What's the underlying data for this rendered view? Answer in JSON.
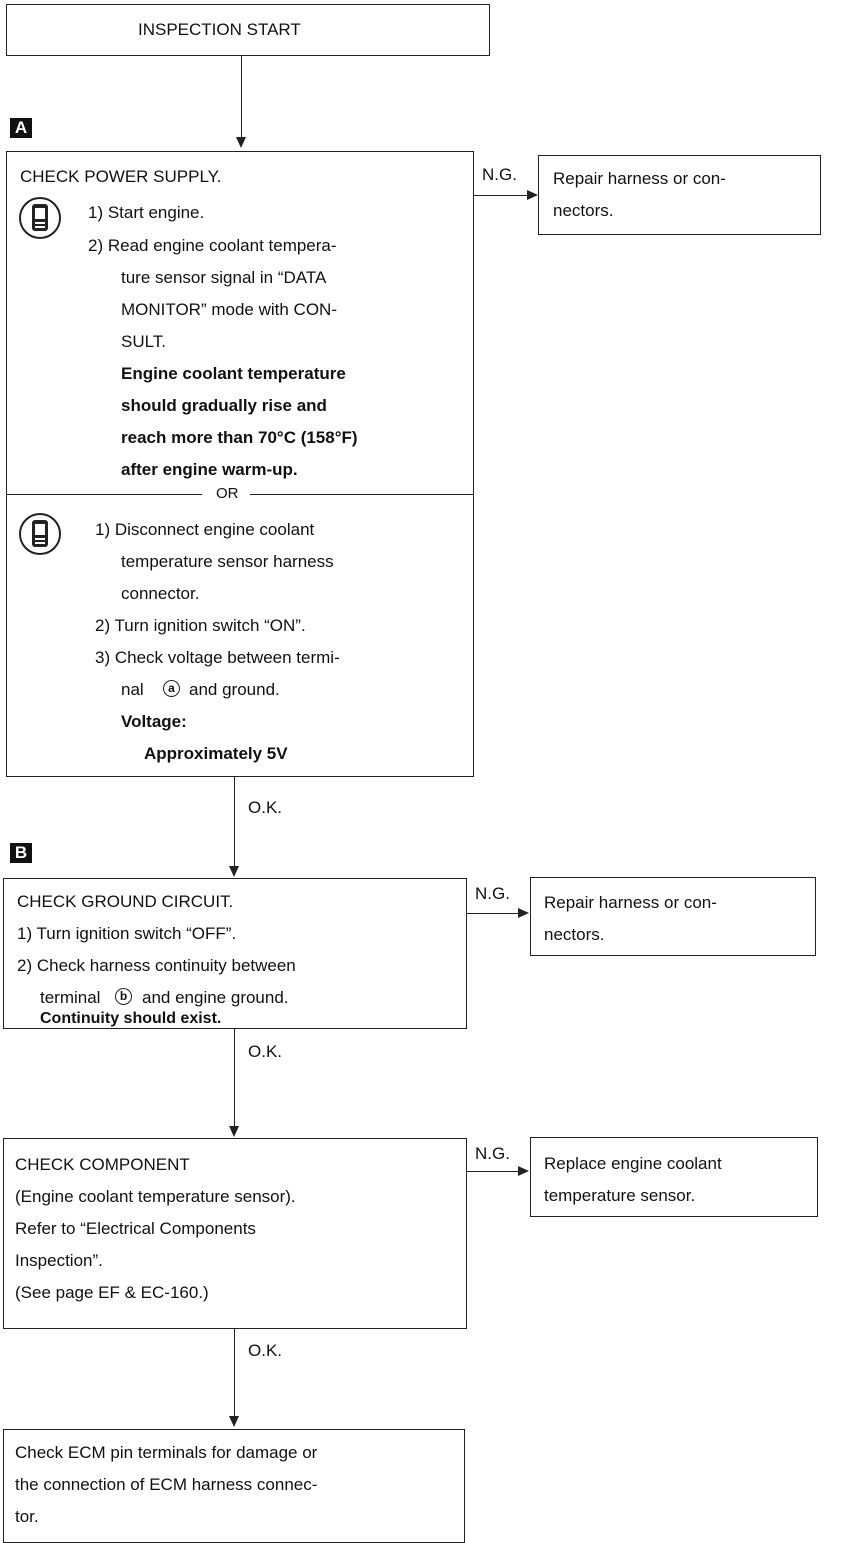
{
  "start_box": {
    "label": "INSPECTION START"
  },
  "step_a": {
    "tag": "A",
    "title": "CHECK POWER SUPPLY.",
    "consult_steps": [
      "1) Start engine.",
      "2) Read engine coolant tempera-",
      "ture sensor signal in “DATA",
      "MONITOR” mode with CON-",
      "SULT."
    ],
    "consult_spec": [
      "Engine coolant temperature",
      "should gradually rise and",
      "reach more than 70°C (158°F)",
      "after engine warm-up."
    ],
    "divider_label": "OR",
    "meter_steps": [
      "1) Disconnect engine coolant",
      "temperature sensor harness",
      "connector.",
      "2) Turn ignition switch “ON”.",
      "3) Check voltage between termi-"
    ],
    "meter_step_terminal_pre": "nal",
    "meter_step_terminal_mark": "a",
    "meter_step_terminal_post": "and ground.",
    "voltage_label": "Voltage:",
    "voltage_value": "Approximately 5V",
    "ng_label": "N.G.",
    "ng_action": [
      "Repair harness or con-",
      "nectors."
    ],
    "ok_label": "O.K."
  },
  "step_b": {
    "tag": "B",
    "title": "CHECK GROUND CIRCUIT.",
    "steps": [
      "1) Turn ignition switch “OFF”.",
      "2) Check harness continuity between"
    ],
    "terminal_pre": "terminal",
    "terminal_mark": "b",
    "terminal_post": "and engine ground.",
    "spec": "Continuity should exist.",
    "ng_label": "N.G.",
    "ng_action": [
      "Repair harness or con-",
      "nectors."
    ],
    "ok_label": "O.K."
  },
  "step_c": {
    "lines": [
      "CHECK COMPONENT",
      "(Engine coolant temperature sensor).",
      "Refer to “Electrical Components",
      "Inspection”.",
      "(See page EF & EC-160.)"
    ],
    "ng_label": "N.G.",
    "ng_action": [
      "Replace engine coolant",
      "temperature sensor."
    ],
    "ok_label": "O.K."
  },
  "final_box": {
    "lines": [
      "Check ECM pin terminals for damage or",
      "the connection of ECM harness connec-",
      "tor."
    ]
  },
  "icons": [
    "consult-tool-icon",
    "multimeter-icon"
  ]
}
